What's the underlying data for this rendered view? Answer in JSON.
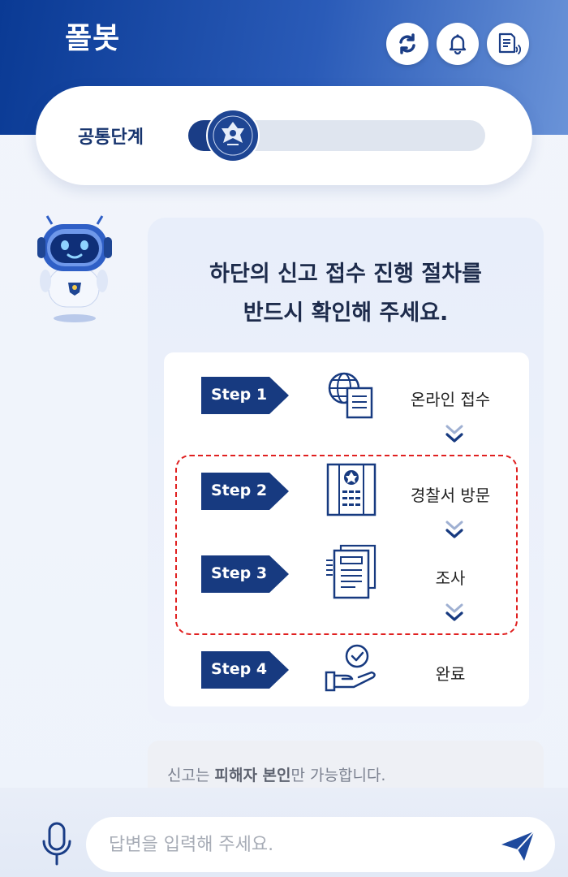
{
  "header": {
    "title": "폴봇",
    "buttons": [
      {
        "name": "refresh-icon"
      },
      {
        "name": "bell-icon"
      },
      {
        "name": "document-audio-icon"
      }
    ]
  },
  "progress": {
    "label": "공통단계",
    "value_fraction": 0.18
  },
  "chat": {
    "title_line1": "하단의 신고 접수 진행 절차를",
    "title_line2": "반드시 확인해 주세요.",
    "steps": [
      {
        "badge": "Step 1",
        "label": "온라인 접수",
        "icon": "globe-document-icon"
      },
      {
        "badge": "Step 2",
        "label": "경찰서 방문",
        "icon": "police-building-icon"
      },
      {
        "badge": "Step 3",
        "label": "조사",
        "icon": "documents-icon"
      },
      {
        "badge": "Step 4",
        "label": "완료",
        "icon": "hand-check-icon"
      }
    ]
  },
  "notice": {
    "prefix": "신고는 ",
    "bold": "피해자 본인",
    "suffix": "만 가능합니다."
  },
  "input": {
    "placeholder": "답변을 입력해 주세요."
  },
  "colors": {
    "brand_navy": "#173a80",
    "header_start": "#0a3a94",
    "header_end": "#6a93d8",
    "highlight_dashed": "#e02020"
  }
}
